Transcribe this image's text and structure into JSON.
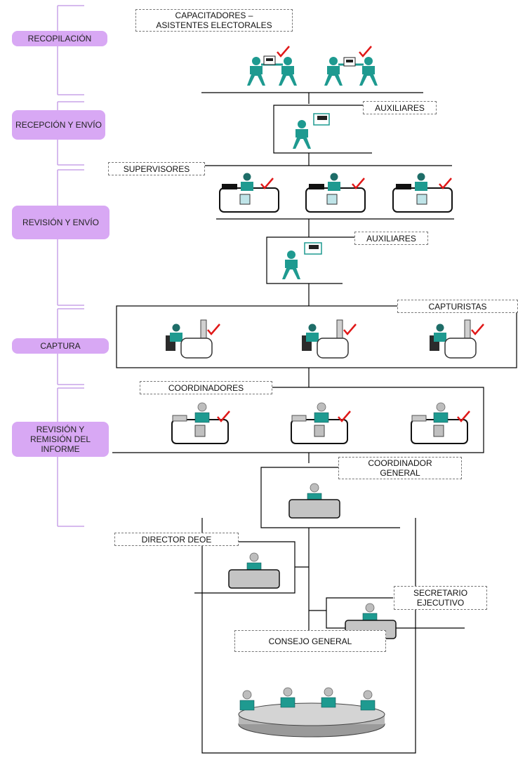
{
  "stages": {
    "recopilacion": "RECOPILACIÓN",
    "recepcion": "RECEPCIÓN Y ENVÍO",
    "revision": "REVISIÓN Y ENVÍO",
    "captura": "CAPTURA",
    "remision": "REVISIÓN Y REMISIÓN DEL INFORME"
  },
  "roles": {
    "capacitadores": "CAPACITADORES – ASISTENTES ELECTORALES",
    "auxiliares_1": "AUXILIARES",
    "supervisores": "SUPERVISORES",
    "auxiliares_2": "AUXILIARES",
    "capturistas": "CAPTURISTAS",
    "coordinadores": "COORDINADORES",
    "coordinador_general": "COORDINADOR GENERAL",
    "director_deoe": "DIRECTOR DEOE",
    "secretario_ejecutivo": "SECRETARIO EJECUTIVO",
    "consejo_general": "CONSEJO GENERAL"
  },
  "colors": {
    "stage_fill": "#d8a8f4",
    "person_teal": "#1e9a90",
    "person_gray": "#a8a8a8",
    "check_red": "#e01818"
  }
}
